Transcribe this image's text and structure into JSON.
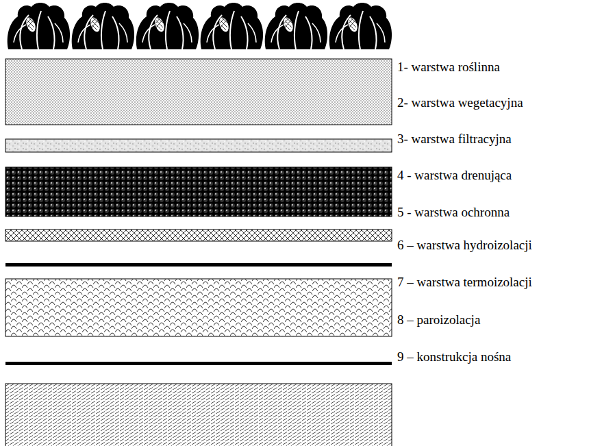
{
  "diagram": {
    "labels": [
      "1- warstwa roślinna",
      "2- warstwa wegetacyjna",
      "3- warstwa filtracyjna",
      "4 - warstwa drenująca",
      "5 - warstwa ochronna",
      "6 – warstwa hydroizolacji",
      "7 – warstwa termoizolacji",
      "8 – paroizolacja",
      "9 – konstrukcja nośna"
    ]
  }
}
